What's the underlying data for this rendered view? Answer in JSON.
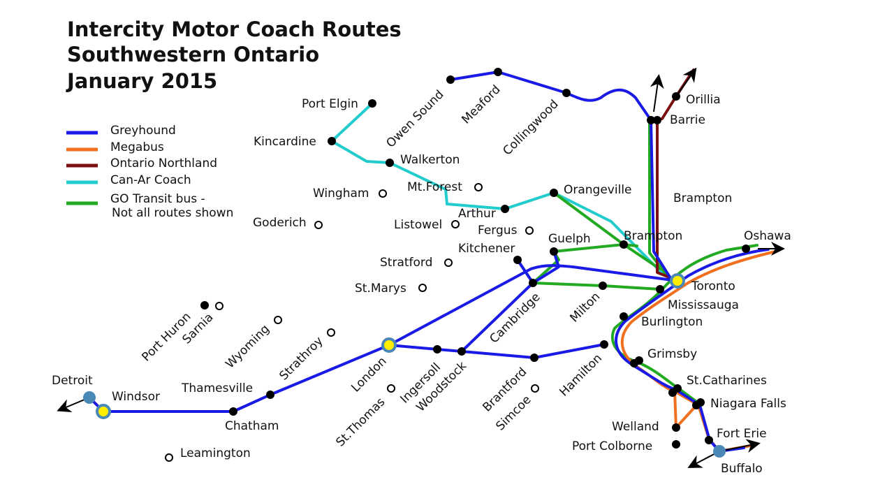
{
  "title": {
    "line1": "Intercity Motor Coach Routes",
    "line2": "Southwestern Ontario",
    "line3": "January 2015"
  },
  "legend": [
    {
      "label": "Greyhound",
      "color": "#1a1ae6"
    },
    {
      "label": "Megabus",
      "color": "#f07020"
    },
    {
      "label": "Ontario Northland",
      "color": "#7a1010"
    },
    {
      "label": "Can-Ar Coach",
      "color": "#22cccc"
    },
    {
      "label": "GO Transit bus -",
      "label2": "Not all routes shown",
      "color": "#22aa22"
    }
  ],
  "colors": {
    "greyhound": "#1a1ae6",
    "megabus": "#f07020",
    "ontario_northland": "#7a1010",
    "canar": "#22cccc",
    "go_transit": "#22aa22",
    "hub_fill": "#ffee00",
    "hub_ring": "#4a88b8",
    "border_city": "#4a88b8"
  },
  "cities": {
    "port_elgin": "Port Elgin",
    "kincardine": "Kincardine",
    "walkerton": "Walkerton",
    "owen_sound": "Owen Sound",
    "meaford": "Meaford",
    "collingwood": "Collingwood",
    "orillia": "Orillia",
    "barrie": "Barrie",
    "wingham": "Wingham",
    "mt_forest": "Mt.Forest",
    "orangeville": "Orangeville",
    "brampton_north": "Brampton",
    "arthur": "Arthur",
    "goderich": "Goderich",
    "listowel": "Listowel",
    "fergus": "Fergus",
    "guelph": "Guelph",
    "brampton": "Brampton",
    "oshawa": "Oshawa",
    "kitchener": "Kitchener",
    "stratford": "Stratford",
    "st_marys": "St.Marys",
    "toronto": "Toronto",
    "mississauga": "Mississauga",
    "milton": "Milton",
    "cambridge": "Cambridge",
    "burlington": "Burlington",
    "port_huron": "Port Huron",
    "sarnia": "Sarnia",
    "wyoming": "Wyoming",
    "strathroy": "Strathroy",
    "london": "London",
    "ingersoll": "Ingersoll",
    "woodstock": "Woodstock",
    "brantford": "Brantford",
    "hamilton": "Hamilton",
    "grimsby": "Grimsby",
    "st_catharines": "St.Catharines",
    "niagara_falls": "Niagara Falls",
    "detroit": "Detroit",
    "windsor": "Windsor",
    "thamesville": "Thamesville",
    "chatham": "Chatham",
    "st_thomas": "St.Thomas",
    "simcoe": "Simcoe",
    "welland": "Welland",
    "port_colborne": "Port Colborne",
    "fort_erie": "Fort Erie",
    "buffalo": "Buffalo",
    "leamington": "Leamington"
  }
}
